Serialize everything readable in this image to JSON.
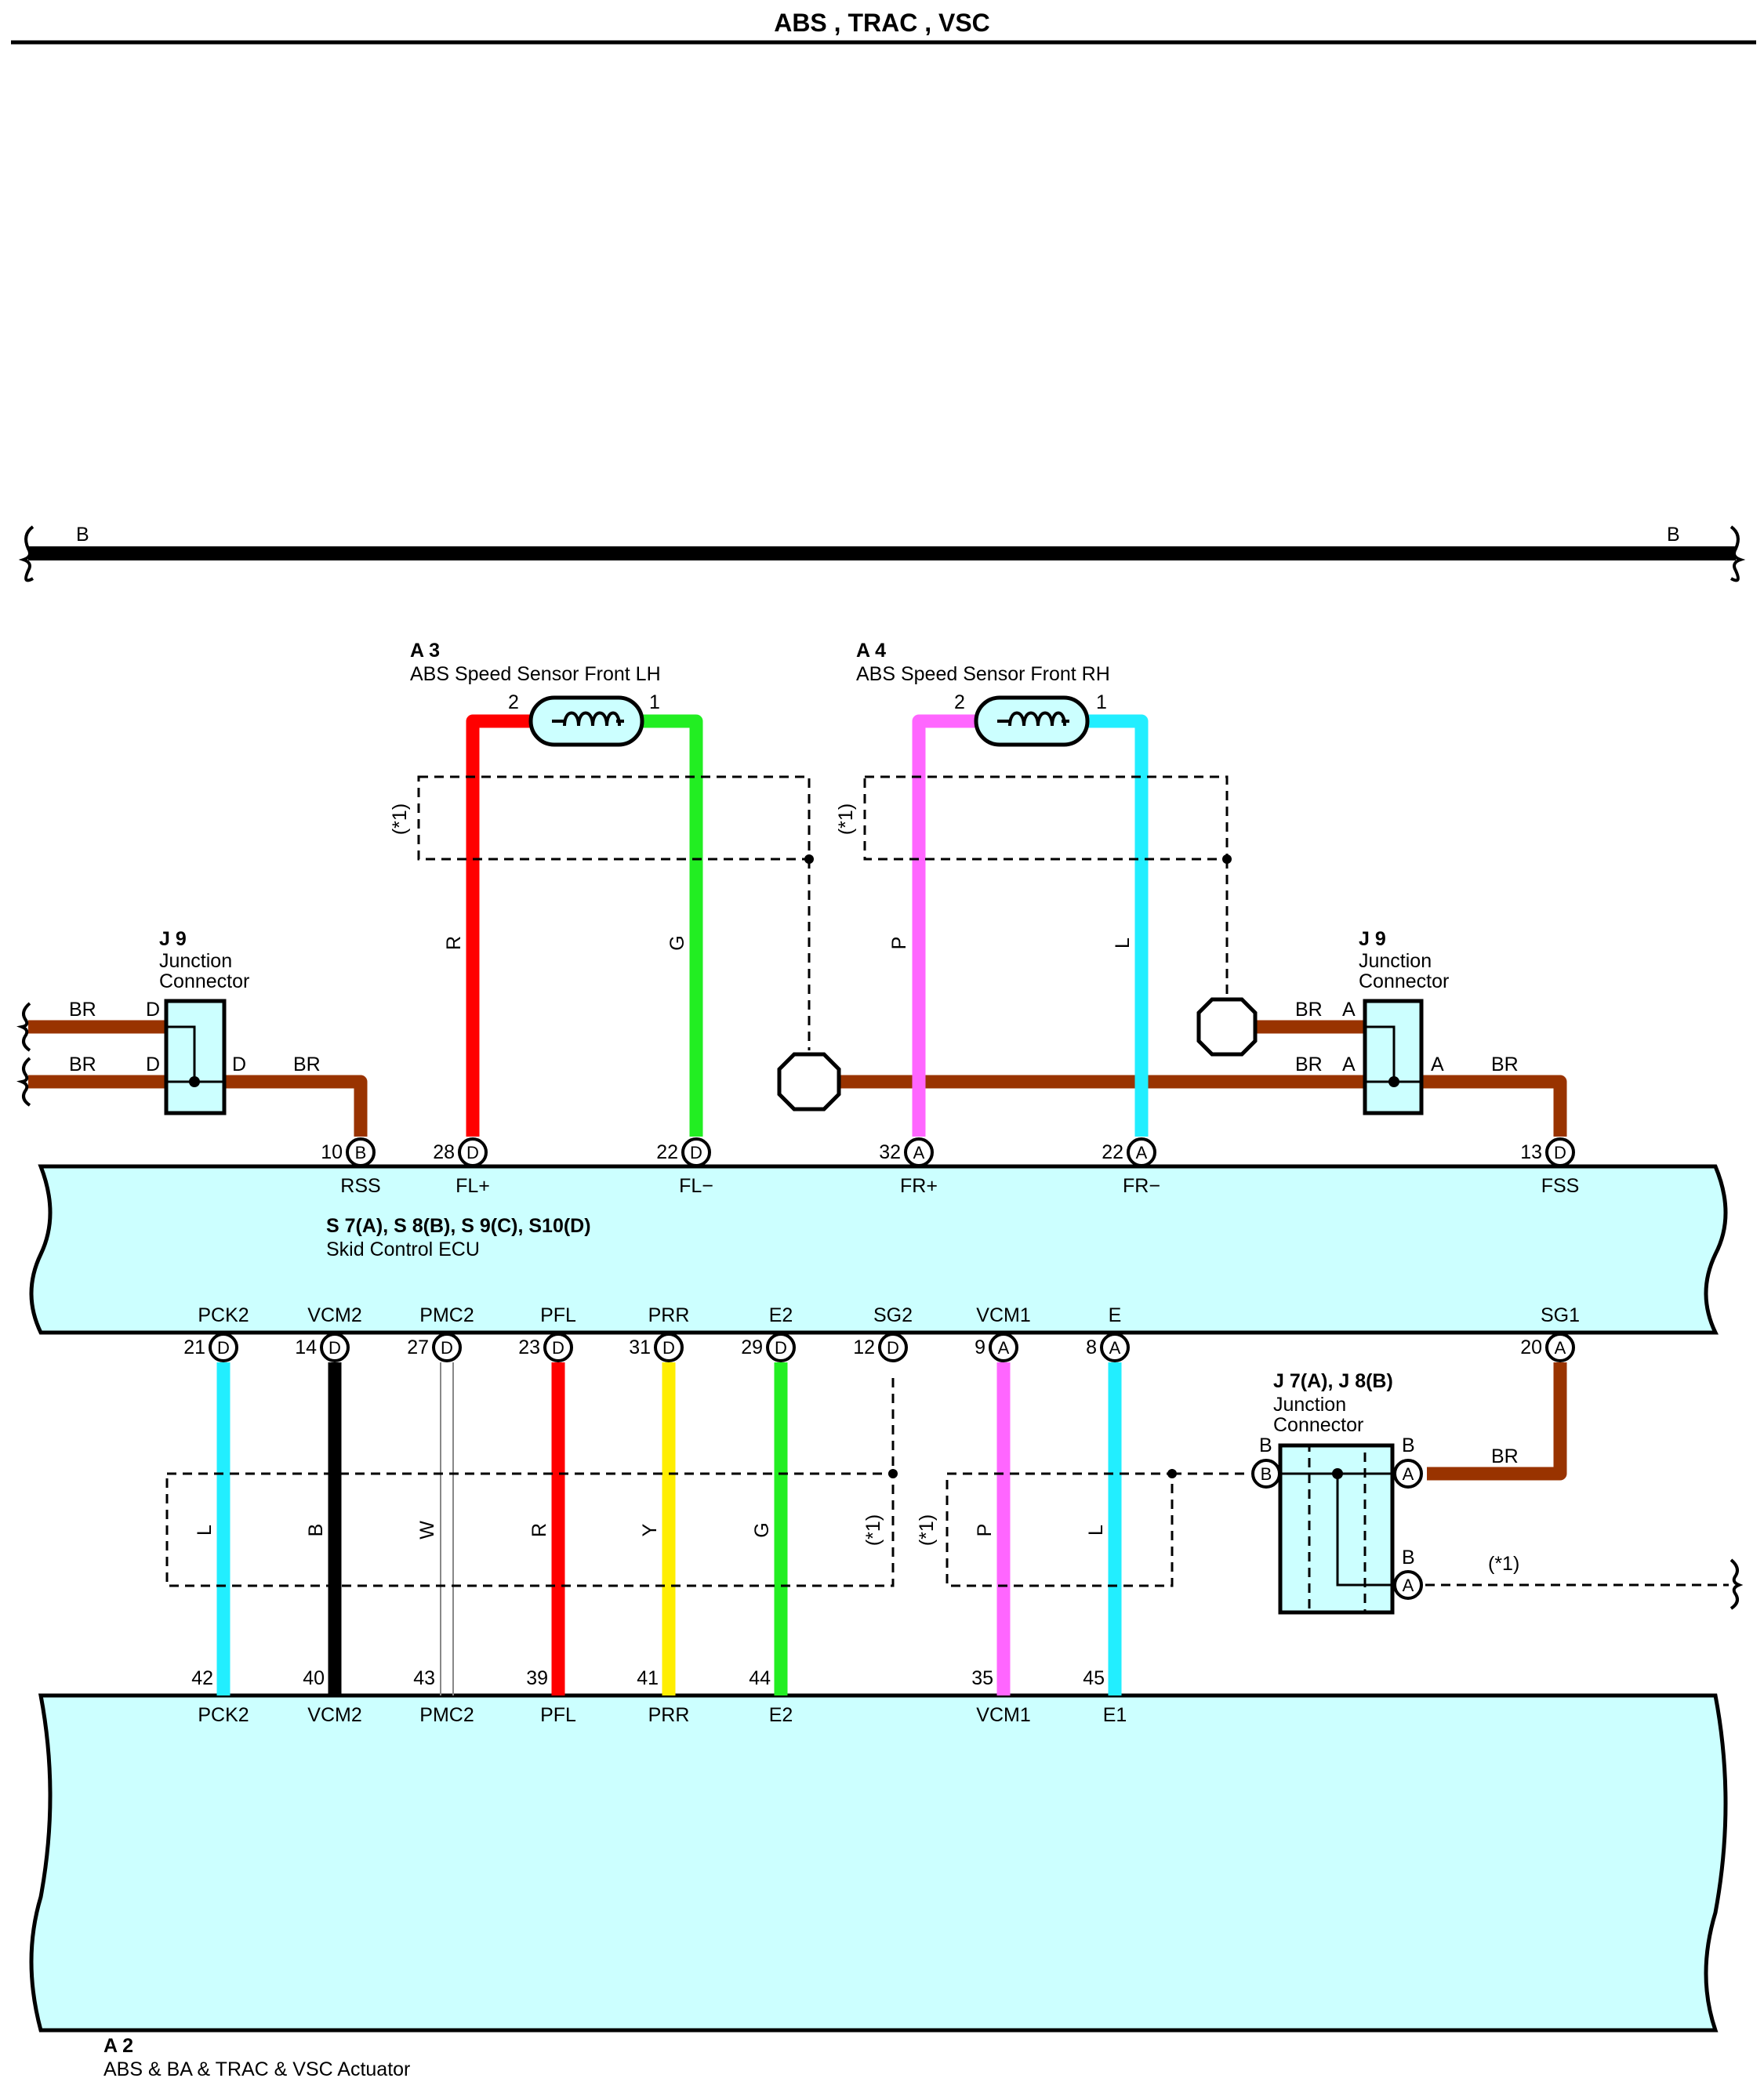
{
  "title": "ABS , TRAC , VSC",
  "bus_line": {
    "left_label": "B",
    "right_label": "B"
  },
  "sensors": {
    "a3": {
      "code": "A 3",
      "name": "ABS Speed Sensor Front LH",
      "pin_left": "2",
      "pin_right": "1"
    },
    "a4": {
      "code": "A 4",
      "name": "ABS Speed Sensor Front RH",
      "pin_left": "2",
      "pin_right": "1"
    }
  },
  "junction_j9_left": {
    "code": "J 9",
    "line1": "Junction",
    "line2": "Connector",
    "in1": "D",
    "in2": "D",
    "out": "D",
    "wire1": "BR",
    "wire2": "BR",
    "wire_out": "BR"
  },
  "junction_j9_right": {
    "code": "J 9",
    "line1": "Junction",
    "line2": "Connector",
    "in1": "A",
    "in2": "A",
    "out": "A",
    "wire1": "BR",
    "wire2": "BR",
    "wire_out": "BR"
  },
  "junction_j7": {
    "code": "J 7(A), J 8(B)",
    "line1": "Junction",
    "line2": "Connector",
    "b_top": "B",
    "b_bottom": "B",
    "b_left_top": "B",
    "pin_b": "B",
    "pin_a1": "A",
    "pin_a2": "A",
    "wire": "BR",
    "shield_note": "(*1)"
  },
  "shield_note": "(*1)",
  "wire_colors": {
    "r": "R",
    "g": "G",
    "p": "P",
    "l": "L",
    "b": "B",
    "w": "W",
    "y": "Y"
  },
  "ecu": {
    "code": "S 7(A), S 8(B), S 9(C), S10(D)",
    "name": "Skid Control ECU",
    "top_pins": [
      {
        "num": "10",
        "conn": "B",
        "label": "RSS"
      },
      {
        "num": "28",
        "conn": "D",
        "label": "FL+"
      },
      {
        "num": "22",
        "conn": "D",
        "label": "FL−"
      },
      {
        "num": "32",
        "conn": "A",
        "label": "FR+"
      },
      {
        "num": "22",
        "conn": "A",
        "label": "FR−"
      },
      {
        "num": "13",
        "conn": "D",
        "label": "FSS"
      }
    ],
    "bottom_pins": [
      {
        "num": "21",
        "conn": "D",
        "label": "PCK2"
      },
      {
        "num": "14",
        "conn": "D",
        "label": "VCM2"
      },
      {
        "num": "27",
        "conn": "D",
        "label": "PMC2"
      },
      {
        "num": "23",
        "conn": "D",
        "label": "PFL"
      },
      {
        "num": "31",
        "conn": "D",
        "label": "PRR"
      },
      {
        "num": "29",
        "conn": "D",
        "label": "E2"
      },
      {
        "num": "12",
        "conn": "D",
        "label": "SG2"
      },
      {
        "num": "9",
        "conn": "A",
        "label": "VCM1"
      },
      {
        "num": "8",
        "conn": "A",
        "label": "E"
      },
      {
        "num": "20",
        "conn": "A",
        "label": "SG1"
      }
    ]
  },
  "actuator": {
    "code": "A 2",
    "name": "ABS & BA & TRAC & VSC Actuator",
    "pins": [
      {
        "num": "42",
        "label": "PCK2"
      },
      {
        "num": "40",
        "label": "VCM2"
      },
      {
        "num": "43",
        "label": "PMC2"
      },
      {
        "num": "39",
        "label": "PFL"
      },
      {
        "num": "41",
        "label": "PRR"
      },
      {
        "num": "44",
        "label": "E2"
      },
      {
        "num": "35",
        "label": "VCM1"
      },
      {
        "num": "45",
        "label": "E1"
      }
    ]
  },
  "colors": {
    "brown": "#993300",
    "red": "#ff0000",
    "green": "#22ee22",
    "pink": "#ff66ff",
    "cyan": "#22eeff",
    "yellow": "#ffee00",
    "black": "#000000",
    "panel": "#ccffff",
    "sensor": "#ccffff"
  }
}
